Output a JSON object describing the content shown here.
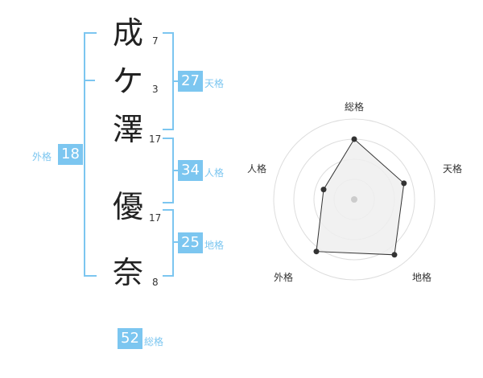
{
  "name": {
    "chars": [
      {
        "char": "成",
        "strokes": "7"
      },
      {
        "char": "ケ",
        "strokes": "3"
      },
      {
        "char": "澤",
        "strokes": "17"
      },
      {
        "char": "優",
        "strokes": "17"
      },
      {
        "char": "奈",
        "strokes": "8"
      }
    ]
  },
  "fortune": {
    "tenkaku": {
      "value": "27",
      "label": "天格"
    },
    "jinkaku": {
      "value": "34",
      "label": "人格"
    },
    "chikaku": {
      "value": "25",
      "label": "地格"
    },
    "gaikaku": {
      "value": "18",
      "label": "外格"
    },
    "soukaku": {
      "value": "52",
      "label": "総格"
    }
  },
  "radar": {
    "labels": {
      "top": "総格",
      "right": "天格",
      "bottom_right": "地格",
      "bottom_left": "外格",
      "left": "人格"
    },
    "values": {
      "soukaku": 0.75,
      "tenkaku": 0.65,
      "chikaku": 0.85,
      "gaikaku": 0.8,
      "jinkaku": 0.4
    },
    "accent_color": "#7cc6f0",
    "fill_color": "#eeeeee",
    "line_color": "#333333"
  }
}
